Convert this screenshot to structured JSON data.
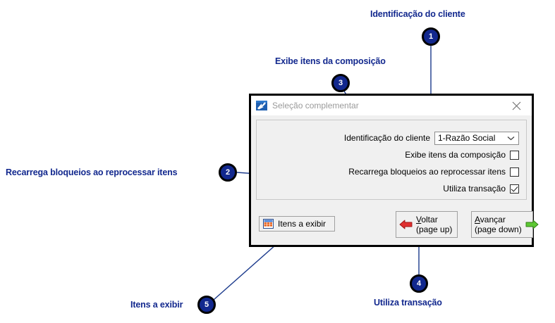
{
  "dialog": {
    "title": "Seleção complementar",
    "icon": "chart-arrow-icon",
    "close_icon": "close-icon",
    "fields": [
      {
        "label": "Identificação do cliente",
        "type": "combobox",
        "value": "1-Razão Social"
      },
      {
        "label": "Exibe itens da composição",
        "type": "checkbox",
        "checked": false
      },
      {
        "label": "Recarrega bloqueios ao reprocessar itens",
        "type": "checkbox",
        "checked": false
      },
      {
        "label": "Utiliza transação",
        "type": "checkbox",
        "checked": true
      }
    ],
    "buttons": {
      "items": {
        "label": "Itens a exibir",
        "icon": "grid-table-icon"
      },
      "back": {
        "accel": "V",
        "label_rest": "oltar",
        "sublabel": "(page up)",
        "icon": "arrow-left-red-icon"
      },
      "forward": {
        "accel": "A",
        "label_rest": "vançar",
        "sublabel": "(page down)",
        "icon": "arrow-right-green-icon"
      }
    }
  },
  "callouts": [
    {
      "number": "1",
      "label": "Identificação do cliente"
    },
    {
      "number": "2",
      "label": "Recarrega bloqueios ao reprocessar itens"
    },
    {
      "number": "3",
      "label": "Exibe itens da composição"
    },
    {
      "number": "4",
      "label": "Utiliza transação"
    },
    {
      "number": "5",
      "label": "Itens a exibir"
    }
  ],
  "colors": {
    "callout_blue": "#12288e",
    "callout_ring": "#000000",
    "leader_line": "#1b3a8c",
    "dialog_bg": "#f0f0f0",
    "title_text": "#9a9a9a"
  }
}
